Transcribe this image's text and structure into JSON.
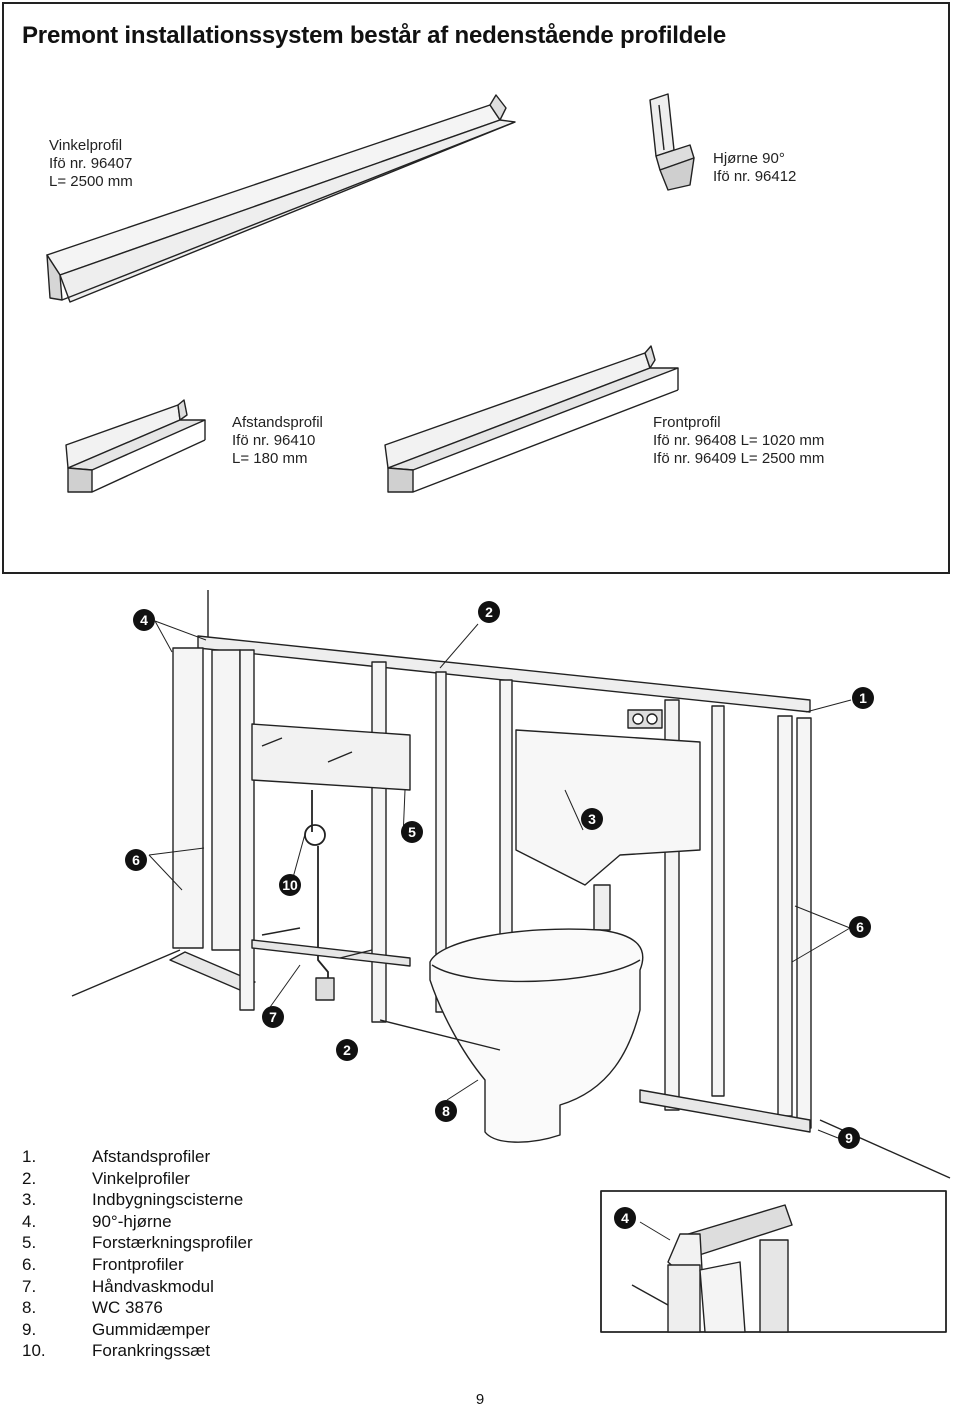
{
  "title": "Premont installationssystem består af nedenstående profildele",
  "parts": {
    "vinkel": [
      "Vinkelprofil",
      "Ifö nr. 96407",
      "L= 2500 mm"
    ],
    "hjorne": [
      "Hjørne 90°",
      "Ifö nr. 96412"
    ],
    "afstand": [
      "Afstandsprofil",
      "Ifö nr. 96410",
      "L= 180 mm"
    ],
    "front": [
      "Frontprofil",
      "Ifö nr. 96408 L= 1020 mm",
      "Ifö nr. 96409 L= 2500 mm"
    ]
  },
  "callouts": [
    "4",
    "2",
    "1",
    "5",
    "3",
    "6",
    "10",
    "6",
    "7",
    "2",
    "8",
    "9",
    "4"
  ],
  "legend": [
    {
      "n": "1.",
      "label": "Afstandsprofiler"
    },
    {
      "n": "2.",
      "label": "Vinkelprofiler"
    },
    {
      "n": "3.",
      "label": "Indbygningscisterne"
    },
    {
      "n": "4.",
      "label": "90°-hjørne"
    },
    {
      "n": "5.",
      "label": "Forstærkningsprofiler"
    },
    {
      "n": "6.",
      "label": "Frontprofiler"
    },
    {
      "n": "7.",
      "label": "Håndvaskmodul"
    },
    {
      "n": "8.",
      "label": "WC 3876"
    },
    {
      "n": "9.",
      "label": "Gummidæmper"
    },
    {
      "n": "10.",
      "label": "Forankringssæt"
    }
  ],
  "page_number": "9"
}
